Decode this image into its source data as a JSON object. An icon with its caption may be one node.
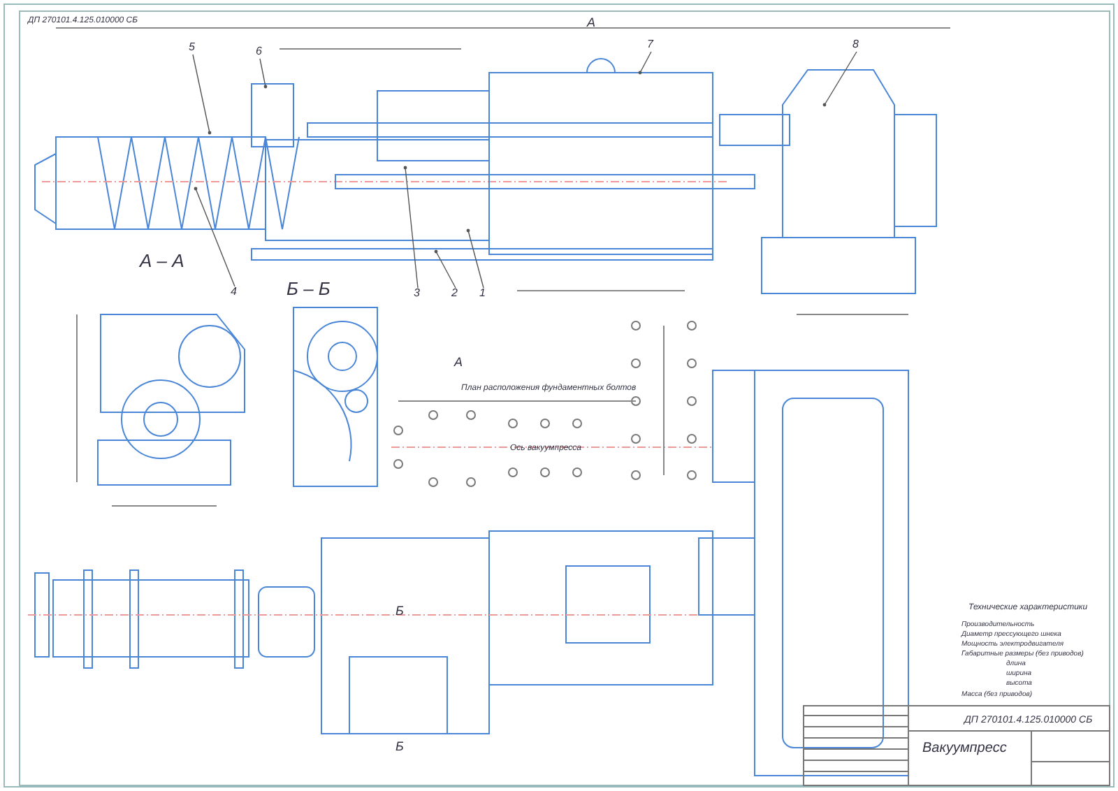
{
  "diagram": {
    "nodes": [
      {
        "text": [
          "5"
        ]
      },
      {
        "text": [
          "6"
        ]
      },
      {
        "text": [
          "7"
        ]
      },
      {
        "text": [
          "8"
        ]
      },
      {
        "text": [
          "4"
        ]
      },
      {
        "text": [
          "3"
        ]
      },
      {
        "text": [
          "2"
        ]
      },
      {
        "text": [
          "1"
        ]
      }
    ],
    "edges": [
      {
        "from": 0,
        "to": null,
        "arrow": "other"
      },
      {
        "from": 1,
        "to": null,
        "arrow": "other"
      },
      {
        "from": 2,
        "to": null,
        "arrow": "other"
      },
      {
        "from": 3,
        "to": null,
        "arrow": "other"
      },
      {
        "from": 4,
        "to": null,
        "arrow": "other"
      },
      {
        "from": 5,
        "to": null,
        "arrow": "other"
      },
      {
        "from": 6,
        "to": null,
        "arrow": "other"
      },
      {
        "from": 7,
        "to": null,
        "arrow": "other"
      }
    ],
    "labels": [
      "ДП 270101.4.125.010000 СБ",
      "А",
      "А – А",
      "Б – Б",
      "А",
      "План расположения фундаментных болтов",
      "Ось вакуумпресса",
      "Б",
      "Б",
      "Технические характеристики",
      "Производительность",
      "Диаметр прессующего шнека",
      "Мощность электродвигателя",
      "Габаритные размеры (без приводов)",
      "длина",
      "ширина",
      "высота",
      "Масса (без приводов)",
      "ДП 270101.4.125.010000 СБ",
      "Вакуумпресс"
    ]
  }
}
